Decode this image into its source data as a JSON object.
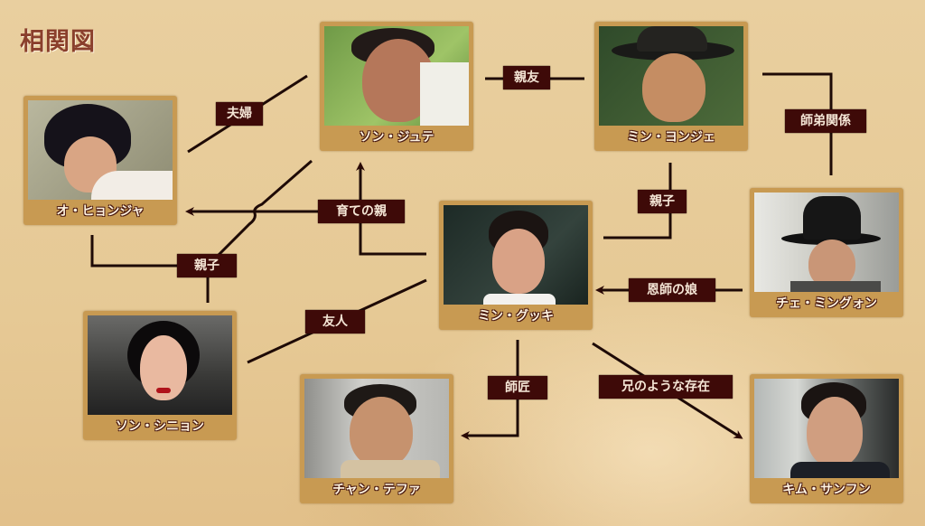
{
  "title": "相関図",
  "colors": {
    "background": "#e8cc9c",
    "title": "#8a3f2c",
    "card_frame": "#c89a52",
    "label_bg": "#3e0a08",
    "label_text": "#f5e6d6",
    "line": "#1e0a06"
  },
  "characters": [
    {
      "id": "oh-hyunja",
      "name": "オ・ヒョンジャ"
    },
    {
      "id": "son-jute",
      "name": "ソン・ジュテ"
    },
    {
      "id": "min-yongje",
      "name": "ミン・ヨンジェ"
    },
    {
      "id": "choi-mingwon",
      "name": "チェ・ミングォン"
    },
    {
      "id": "min-gukki",
      "name": "ミン・グッキ"
    },
    {
      "id": "son-sinyon",
      "name": "ソン・シニョン"
    },
    {
      "id": "chan-tefa",
      "name": "チャン・テファ"
    },
    {
      "id": "kim-sanfun",
      "name": "キム・サンフン"
    }
  ],
  "relations": [
    {
      "label": "夫婦",
      "from": "オ・ヒョンジャ",
      "to": "ソン・ジュテ"
    },
    {
      "label": "親友",
      "from": "ソン・ジュテ",
      "to": "ミン・ヨンジェ"
    },
    {
      "label": "師弟関係",
      "from": "ミン・ヨンジェ",
      "to": "チェ・ミングォン"
    },
    {
      "label": "親子",
      "from": "ミン・ヨンジェ",
      "to": "ミン・グッキ"
    },
    {
      "label": "育ての親",
      "from": "ミン・グッキ",
      "to": "ソン・ジュテ / オ・ヒョンジャ"
    },
    {
      "label": "親子",
      "from": "オ・ヒョンジャ / ソン・ジュテ",
      "to": "ソン・シニョン"
    },
    {
      "label": "恩師の娘",
      "from": "チェ・ミングォン",
      "to": "ミン・グッキ"
    },
    {
      "label": "友人",
      "from": "ソン・シニョン",
      "to": "ミン・グッキ"
    },
    {
      "label": "師匠",
      "from": "ミン・グッキ",
      "to": "チャン・テファ"
    },
    {
      "label": "兄のような存在",
      "from": "ミン・グッキ",
      "to": "キム・サンフン"
    }
  ]
}
